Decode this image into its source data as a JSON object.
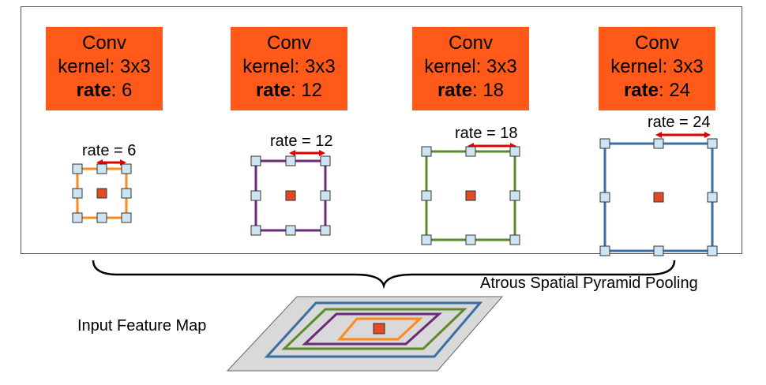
{
  "colors": {
    "conv_box": "#ff5a1a",
    "rate6": "#ff8a1c",
    "rate12": "#6d2a7a",
    "rate18": "#5e8a2c",
    "rate24": "#3a6ea5",
    "tap": "#cde4f5",
    "center": "#e34a26",
    "arrow": "#e00000",
    "feature_map": "#d9d9d9"
  },
  "branches": [
    {
      "title": "Conv",
      "kernel": "kernel: 3x3",
      "rate_key": "rate",
      "rate_value": ": 6",
      "rate_label": "rate = 6"
    },
    {
      "title": "Conv",
      "kernel": "kernel: 3x3",
      "rate_key": "rate",
      "rate_value": ": 12",
      "rate_label": "rate = 12"
    },
    {
      "title": "Conv",
      "kernel": "kernel: 3x3",
      "rate_key": "rate",
      "rate_value": ": 18",
      "rate_label": "rate = 18"
    },
    {
      "title": "Conv",
      "kernel": "kernel: 3x3",
      "rate_key": "rate",
      "rate_value": ": 24",
      "rate_label": "rate = 24"
    }
  ],
  "captions": {
    "aspp": "Atrous Spatial Pyramid Pooling",
    "input_map": "Input Feature Map"
  }
}
